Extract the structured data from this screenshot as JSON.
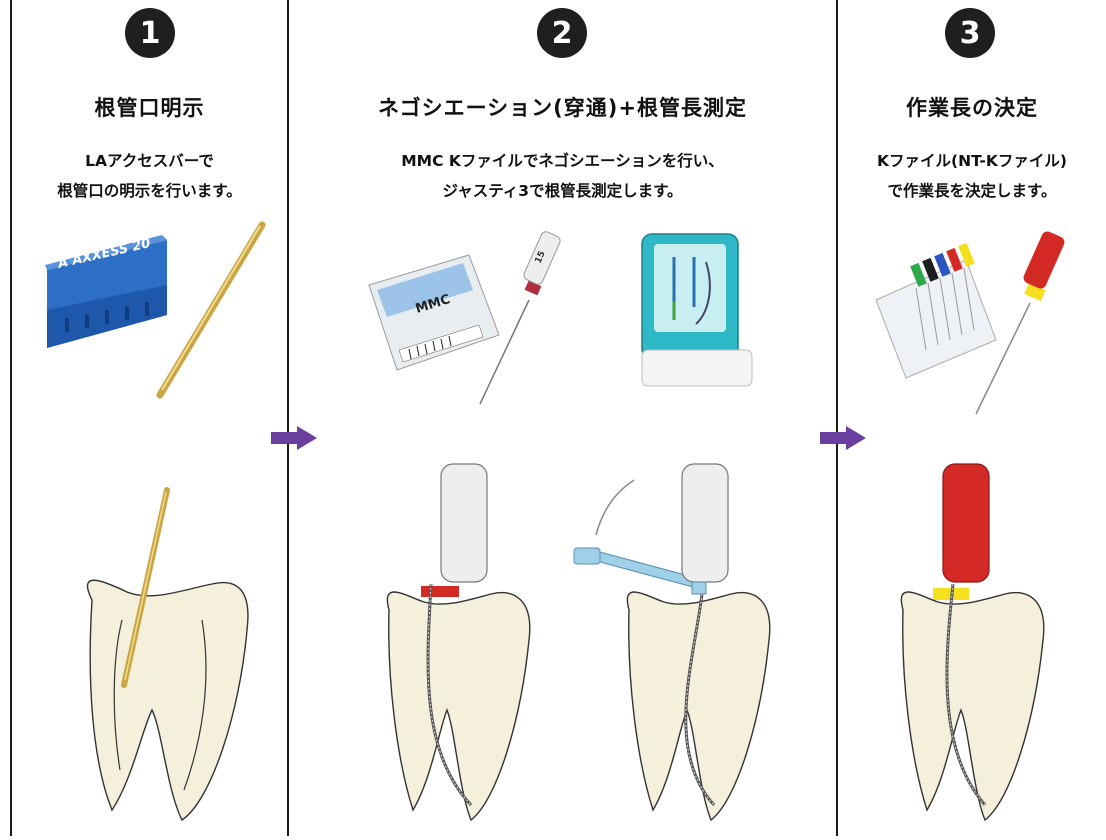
{
  "steps": [
    {
      "number": "1",
      "title": "根管口明示",
      "desc_line1": "LAアクセスバーで",
      "desc_line2": "根管口の明示を行います。",
      "product_label": "A AXXESS 20"
    },
    {
      "number": "2",
      "title": "ネゴシエーション(穿通)+根管長測定",
      "desc_line1": "MMC Kファイルでネゴシエーションを行い、",
      "desc_line2": "ジャスティ3で根管長測定します。",
      "product_label": "MMC",
      "file_size_label": "15"
    },
    {
      "number": "3",
      "title": "作業長の決定",
      "desc_line1": "Kファイル(NT-Kファイル)",
      "desc_line2": "で作業長を決定します。"
    }
  ],
  "colors": {
    "arrow": "#6a3fa0",
    "tooth": "#f5f0dc",
    "bur_blue": "#2d6fc7",
    "gold": "#c9a545",
    "red_handle": "#d42a25",
    "yellow_stopper": "#f4e01c",
    "white_handle": "#eeeeee"
  }
}
